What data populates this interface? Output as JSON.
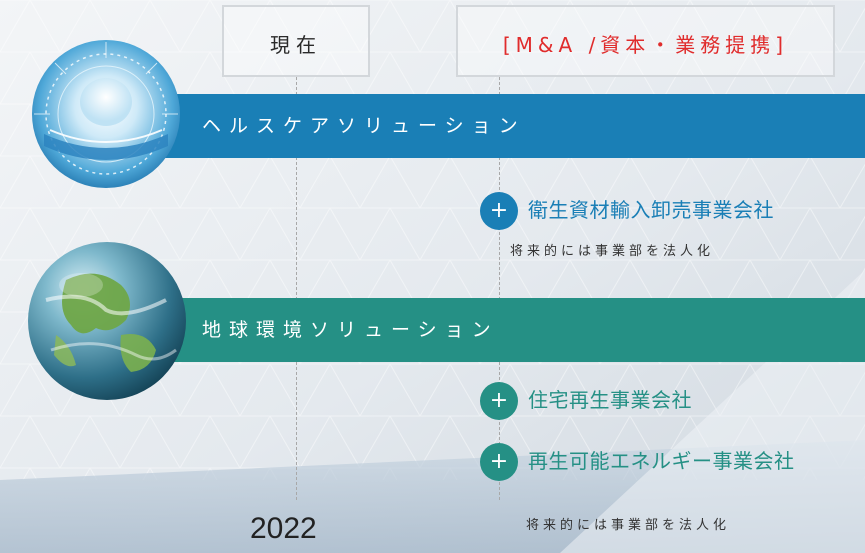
{
  "header": {
    "now_label": "現在",
    "ma_label": "[M&A /資本・業務提携]"
  },
  "bands": {
    "healthcare": "ヘルスケアソリューション",
    "environment": "地球環境ソリューション"
  },
  "healthcare_items": [
    {
      "icon": "plus-icon",
      "symbol": "+",
      "label": "衛生資材輸入卸売事業会社"
    }
  ],
  "healthcare_note": "将来的には事業部を法人化",
  "environment_items": [
    {
      "icon": "plus-icon",
      "symbol": "+",
      "label": "住宅再生事業会社"
    },
    {
      "icon": "plus-icon",
      "symbol": "+",
      "label": "再生可能エネルギー事業会社"
    }
  ],
  "environment_note": "将来的には事業部を法人化",
  "year": "2022",
  "colors": {
    "healthcare": "#1a7fb6",
    "environment": "#259085",
    "ma_text": "#e02c2c"
  }
}
